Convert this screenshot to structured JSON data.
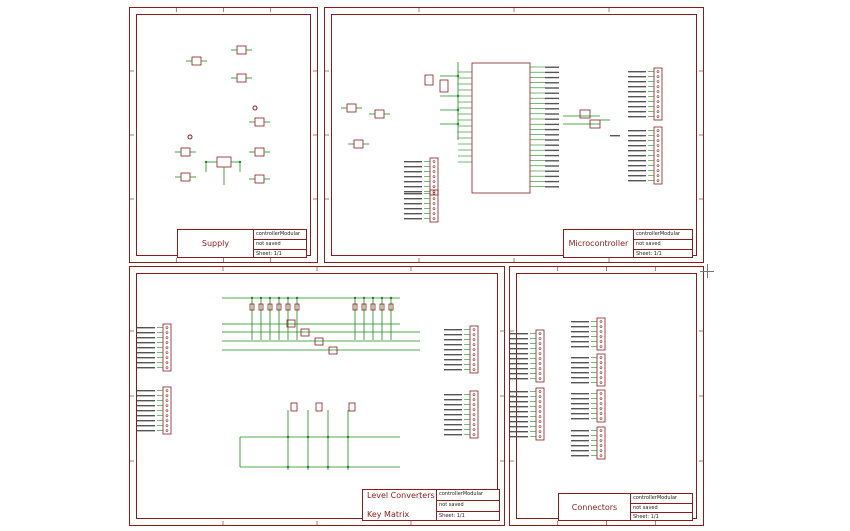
{
  "sheets": [
    {
      "id": "supply",
      "title": "Supply",
      "project": "controllerModular",
      "status": "not saved",
      "sheet": "Sheet: 1/1"
    },
    {
      "id": "micro",
      "title": "Microcontroller",
      "project": "controllerModular",
      "status": "not saved",
      "sheet": "Sheet: 1/1"
    },
    {
      "id": "level",
      "title": "Level Converters",
      "subtitle": "Key Matrix",
      "project": "controllerModular",
      "status": "not saved",
      "sheet": "Sheet: 1/1"
    },
    {
      "id": "conn",
      "title": "Connectors",
      "project": "controllerModular",
      "status": "not saved",
      "sheet": "Sheet: 1/1"
    }
  ],
  "colors": {
    "frame": "#8a1c1c",
    "wire": "#1a8a1a",
    "part": "#8a1c1c",
    "label": "#555555"
  }
}
